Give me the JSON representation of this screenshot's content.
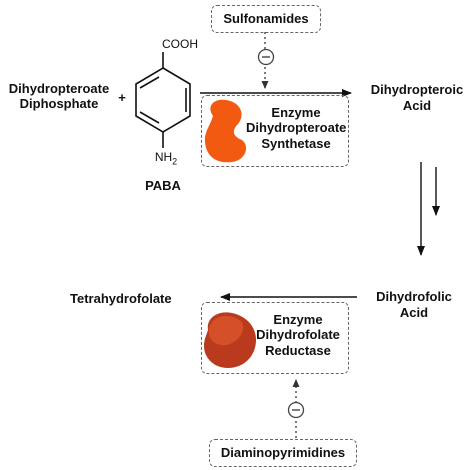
{
  "inhibitors": {
    "top": "Sulfonamides",
    "bottom": "Diaminopyrimidines",
    "symbol": "⊖"
  },
  "substrate": {
    "line1": "Dihydropteroate",
    "line2": "Diphosphate",
    "plus": "+"
  },
  "paba": {
    "cooh": "COOH",
    "nh2_main": "NH",
    "nh2_sub": "2",
    "name": "PABA"
  },
  "enzyme1": {
    "line1": "Enzyme",
    "line2": "Dihydropteroate",
    "line3": "Synthetase",
    "blob_color": "#f25a12"
  },
  "enzyme2": {
    "line1": "Enzyme",
    "line2": "Dihydrofolate",
    "line3": "Reductase",
    "blob_color": "#b93a1c"
  },
  "products": {
    "dihydropteroic_line1": "Dihydropteroic",
    "dihydropteroic_line2": "Acid",
    "dihydrofolic_line1": "Dihydrofolic",
    "dihydrofolic_line2": "Acid",
    "tetrahydrofolate": "Tetrahydrofolate"
  }
}
